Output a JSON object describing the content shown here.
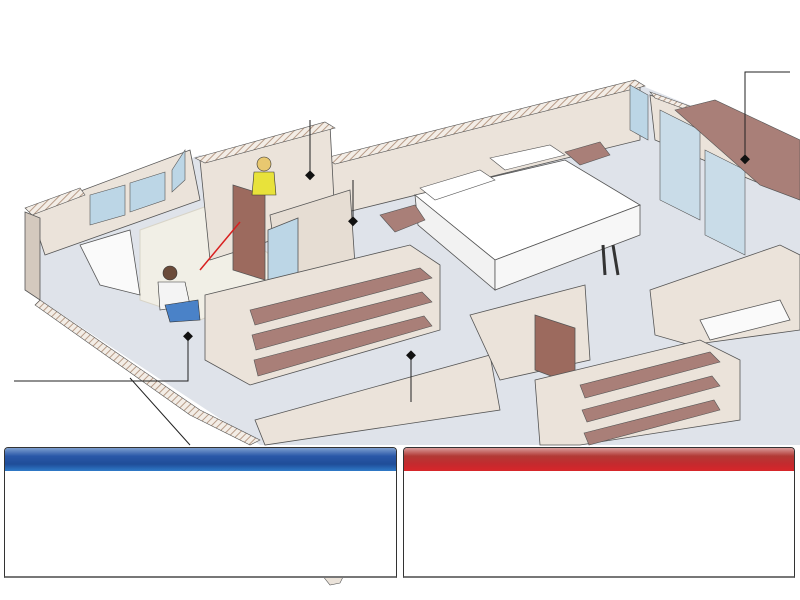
{
  "colors": {
    "floor": "#dfe3ea",
    "wall": "#ebe3da",
    "wall_shadow": "#cfc3b6",
    "shelf": "#a97f78",
    "door": "#9c6a5e",
    "window": "#bcd6e6",
    "bed": "#ffffff",
    "panel_left_header": "#1f4d98",
    "panel_right_header": "#c42a2e"
  },
  "panels": [
    {
      "id": "left",
      "accent": "blue"
    },
    {
      "id": "right",
      "accent": "red"
    }
  ]
}
